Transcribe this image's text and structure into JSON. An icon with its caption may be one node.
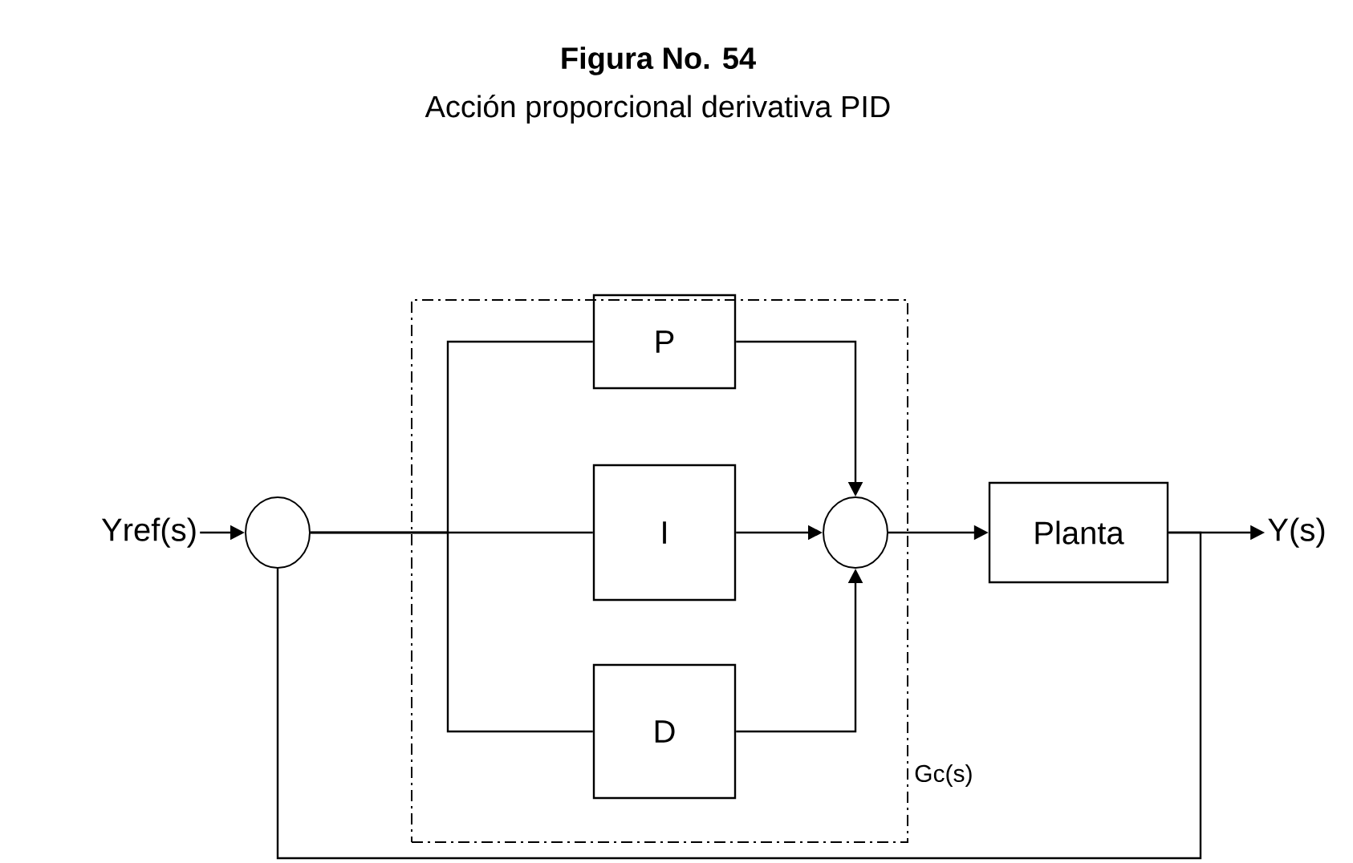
{
  "diagram": {
    "title": "Figura No. 54",
    "caption": "Acción proporcional derivativa PID",
    "nodes": [
      {
        "text": [
          "Gc(s)"
        ]
      },
      {
        "text": [
          "Yref(s)"
        ]
      },
      {
        "text": [],
        "shape": "circle"
      },
      {
        "text": [
          "P"
        ],
        "in": 0
      },
      {
        "text": [
          "I"
        ],
        "in": 0
      },
      {
        "text": [
          "D"
        ],
        "in": 0
      },
      {
        "text": [],
        "shape": "circle",
        "in": 0
      },
      {
        "text": [
          "Planta"
        ]
      },
      {
        "text": [
          "Y(s)"
        ]
      }
    ],
    "edges": [
      {
        "from": 1,
        "to": 2,
        "arrow": "to"
      },
      {
        "from": 2,
        "to": 3,
        "arrow": "none"
      },
      {
        "from": 2,
        "to": 4,
        "arrow": "none"
      },
      {
        "from": 2,
        "to": 5,
        "arrow": "none"
      },
      {
        "from": 3,
        "to": 6,
        "arrow": "to"
      },
      {
        "from": 4,
        "to": 6,
        "arrow": "to"
      },
      {
        "from": 5,
        "to": 6,
        "arrow": "to"
      },
      {
        "from": 6,
        "to": 7,
        "arrow": "to"
      },
      {
        "from": 7,
        "to": 8,
        "arrow": "to"
      },
      {
        "from": 7,
        "to": 2,
        "arrow": "none"
      }
    ]
  }
}
